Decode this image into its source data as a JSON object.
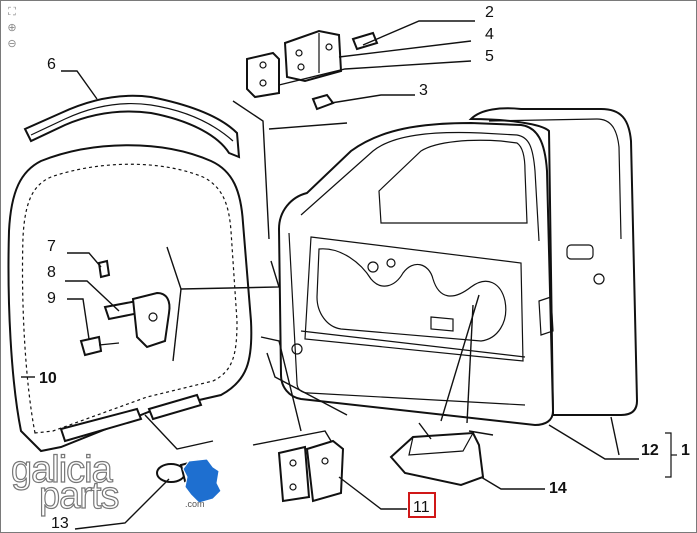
{
  "toolbar": {
    "icons": [
      "fullscreen-icon",
      "zoom-in-icon",
      "zoom-out-icon"
    ],
    "glyphs": [
      "⛶",
      "⊕",
      "⊖"
    ]
  },
  "callouts": {
    "c1": "1",
    "c2": "2",
    "c3": "3",
    "c4": "4",
    "c5": "5",
    "c6": "6",
    "c7": "7",
    "c8": "8",
    "c9": "9",
    "c10": "10",
    "c11": "11",
    "c12": "12",
    "c13": "13",
    "c14": "14"
  },
  "highlight": {
    "callout": "11",
    "color": "#d01818"
  },
  "watermark": {
    "line1": "galicia",
    "line2": "parts",
    "domain": ".com",
    "color": "#1e6fd0"
  }
}
